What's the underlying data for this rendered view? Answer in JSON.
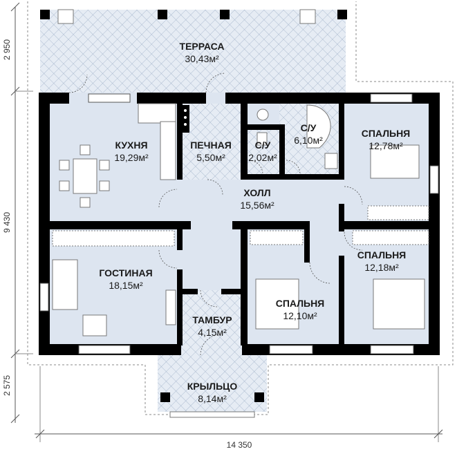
{
  "rooms": {
    "terrace": {
      "name": "ТЕРРАСА",
      "area": "30,43м²"
    },
    "kitchen": {
      "name": "КУХНЯ",
      "area": "19,29м²"
    },
    "furnace": {
      "name": "ПЕЧНАЯ",
      "area": "5,50м²"
    },
    "wc_small": {
      "name": "С/У",
      "area": "2,02м²"
    },
    "wc_large": {
      "name": "С/У",
      "area": "6,10м²"
    },
    "bedroom_ne": {
      "name": "СПАЛЬНЯ",
      "area": "12,78м²"
    },
    "hall": {
      "name": "ХОЛЛ",
      "area": "15,56м²"
    },
    "living": {
      "name": "ГОСТИНАЯ",
      "area": "18,15м²"
    },
    "bedroom_e": {
      "name": "СПАЛЬНЯ",
      "area": "12,18м²"
    },
    "bedroom_s": {
      "name": "СПАЛЬНЯ",
      "area": "12,10м²"
    },
    "vestibule": {
      "name": "ТАМБУР",
      "area": "4,15м²"
    },
    "porch": {
      "name": "КРЫЛЬЦО",
      "area": "8,14м²"
    }
  },
  "dimensions": {
    "terrace_depth": "2 950",
    "house_depth": "9 430",
    "porch_depth": "2 575",
    "total_width": "14 350"
  },
  "colors": {
    "wall": "#000000",
    "floor": "#dde5f0",
    "hatch": "#9fb0c8"
  }
}
